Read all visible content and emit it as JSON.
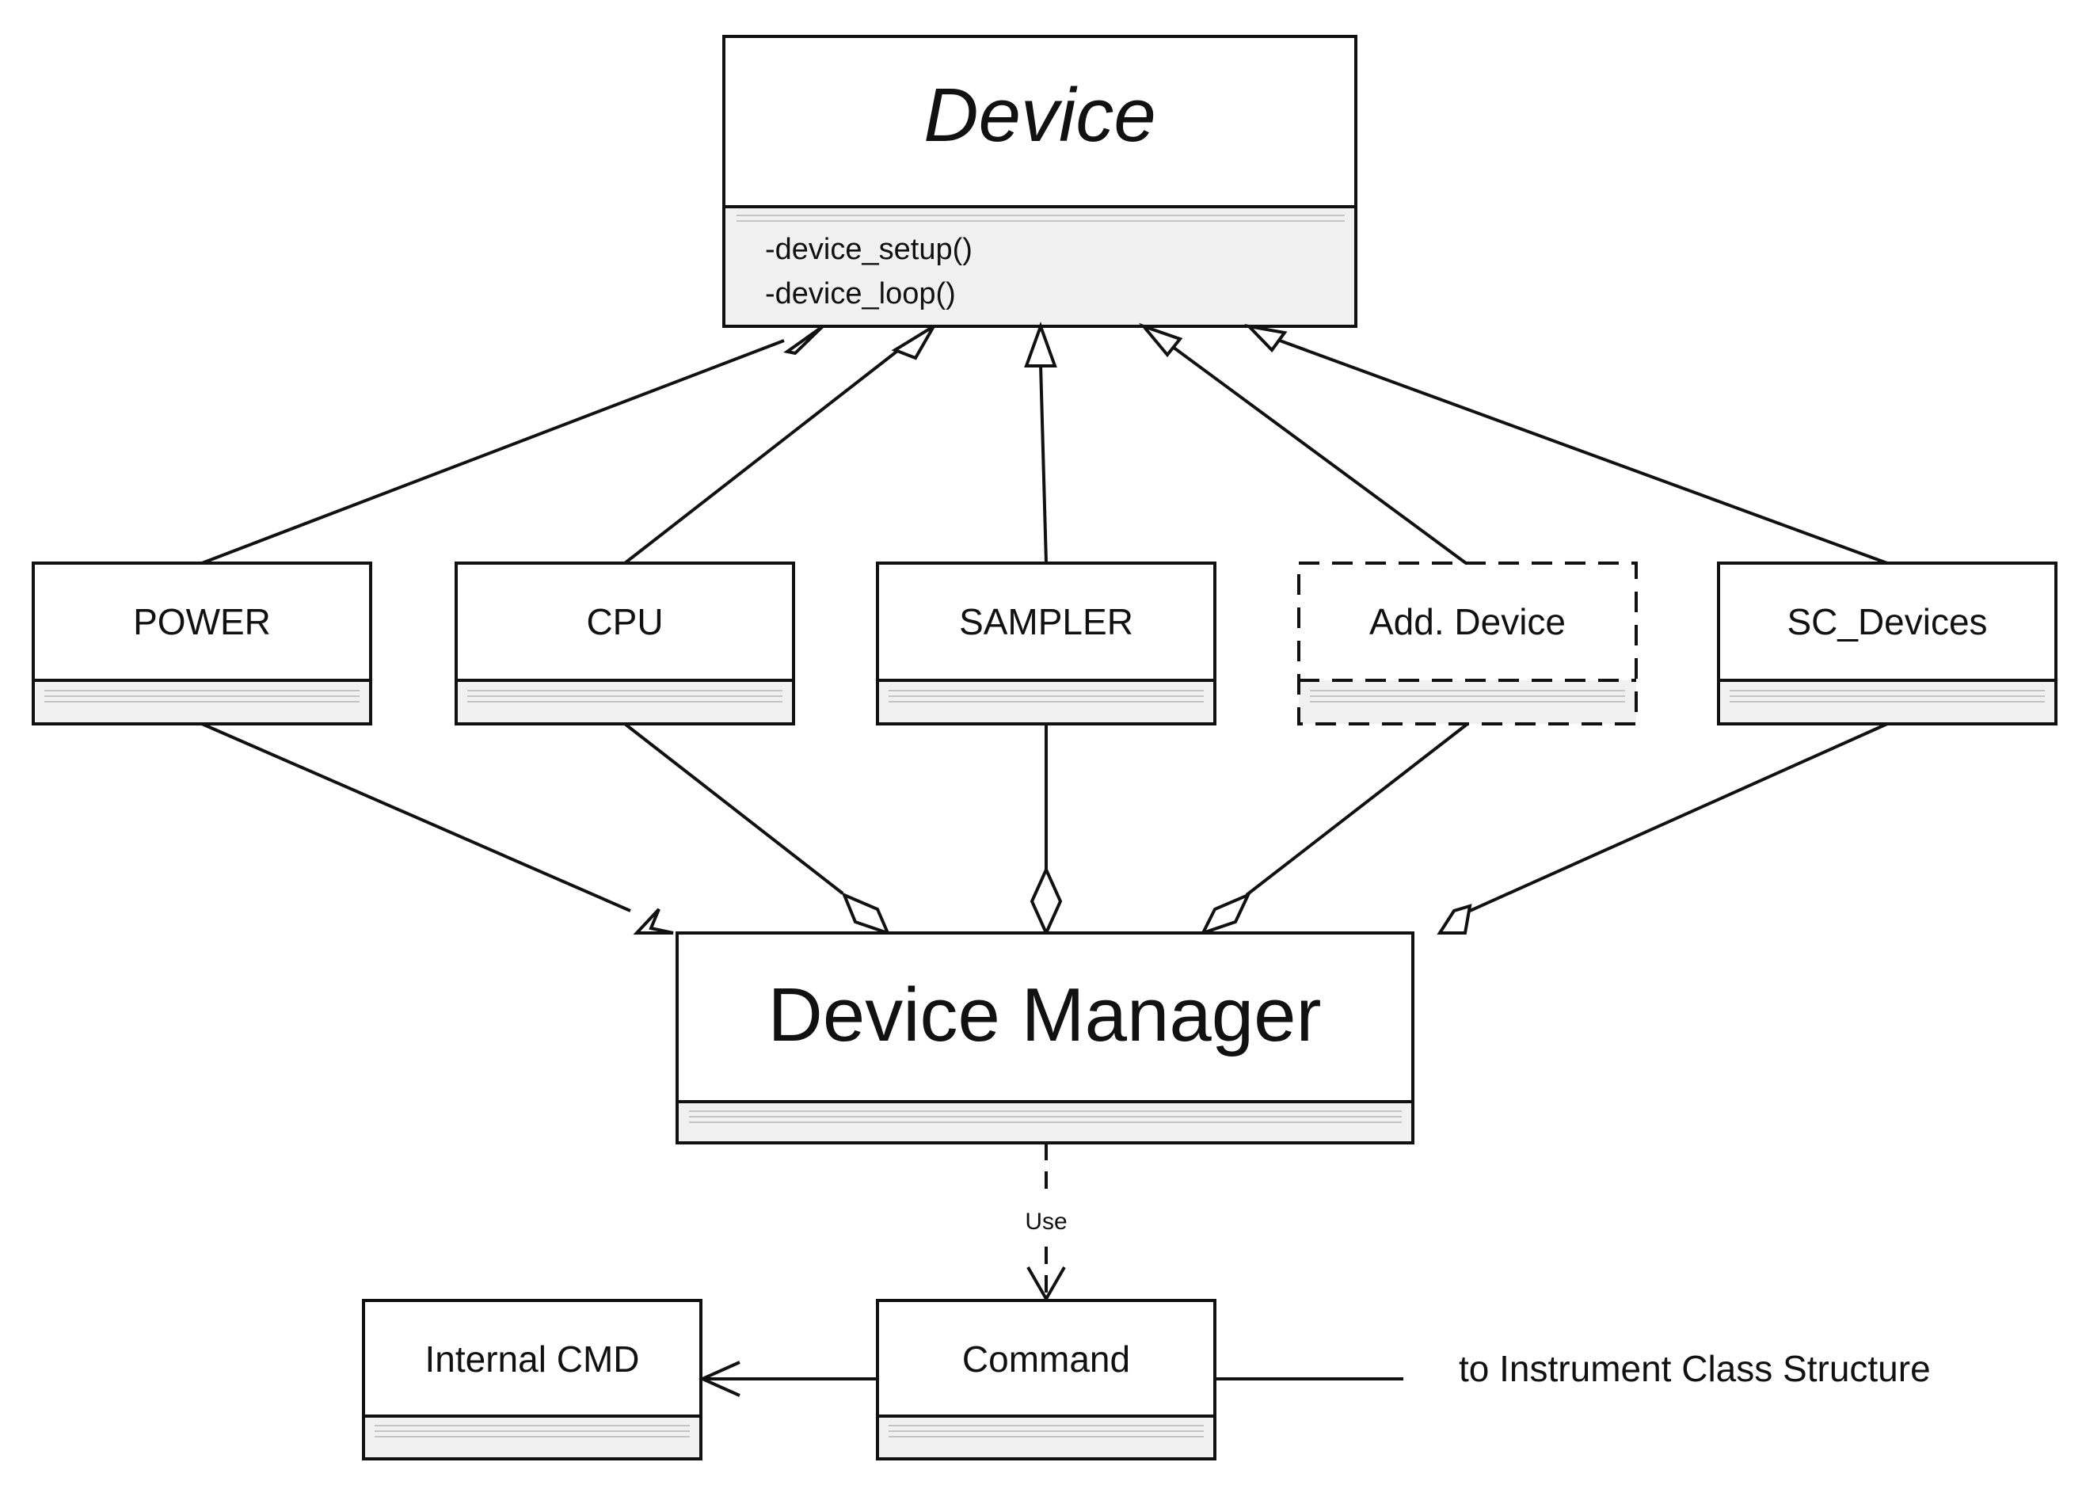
{
  "classes": {
    "device": {
      "name": "Device",
      "methods": [
        "-device_setup()",
        "-device_loop()"
      ]
    },
    "power": {
      "name": "POWER"
    },
    "cpu": {
      "name": "CPU"
    },
    "sampler": {
      "name": "SAMPLER"
    },
    "add_device": {
      "name": "Add. Device"
    },
    "sc_devices": {
      "name": "SC_Devices"
    },
    "device_manager": {
      "name": "Device Manager"
    },
    "command": {
      "name": "Command"
    },
    "internal_cmd": {
      "name": "Internal CMD"
    }
  },
  "relations": {
    "use_label": "Use",
    "external_label": "to Instrument Class Structure"
  }
}
